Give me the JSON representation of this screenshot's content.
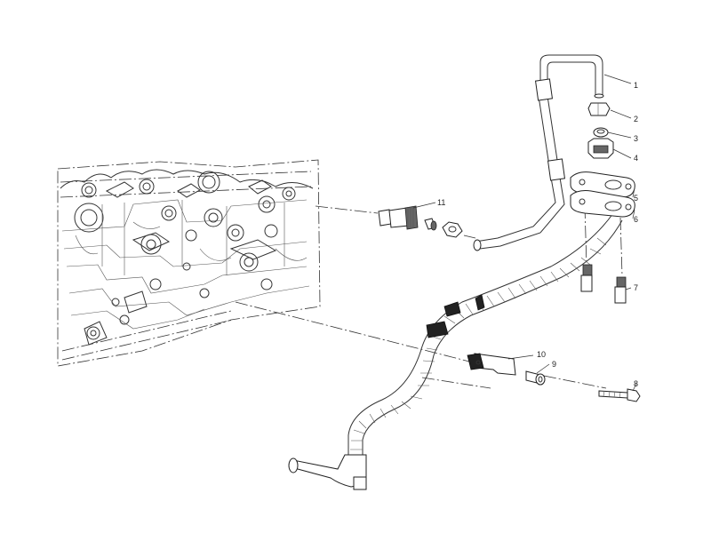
{
  "diagram": {
    "callouts": [
      {
        "number": "1"
      },
      {
        "number": "2"
      },
      {
        "number": "3"
      },
      {
        "number": "4"
      },
      {
        "number": "5"
      },
      {
        "number": "6"
      },
      {
        "number": "7"
      },
      {
        "number": "8"
      },
      {
        "number": "9"
      },
      {
        "number": "10"
      },
      {
        "number": "11"
      }
    ]
  }
}
